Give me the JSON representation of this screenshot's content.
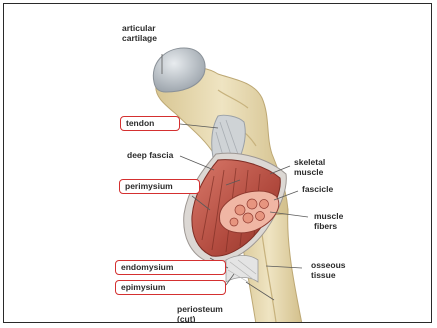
{
  "labels": {
    "articular_cartilage": "articular\ncartilage",
    "tendon": "tendon",
    "deep_fascia": "deep fascia",
    "perimysium": "perimysium",
    "endomysium": "endomysium",
    "epimysium": "epimysium",
    "periosteum": "periosteum\n(cut)",
    "skeletal_muscle": "skeletal\nmuscle",
    "fascicle": "fascicle",
    "muscle_fibers": "muscle\nfibers",
    "osseous_tissue": "osseous\ntissue"
  },
  "colors": {
    "highlight_box": "#d43030",
    "leader_line": "#5a5a5a",
    "bone": "#e9dcb0",
    "cartilage": "#b8bec4",
    "muscle": "#b9574a",
    "fascicle": "#e8a08c"
  }
}
